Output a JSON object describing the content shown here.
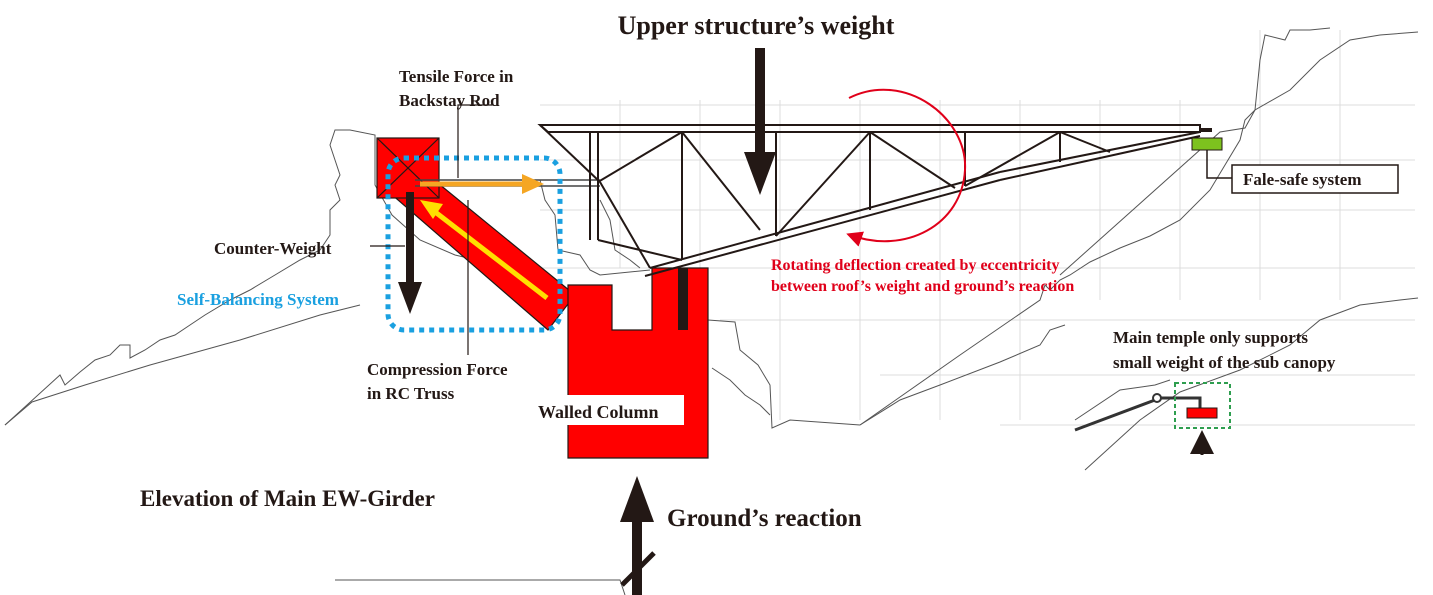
{
  "labels": {
    "upper_weight": "Upper structure’s weight",
    "tensile_line1": "Tensile Force in",
    "tensile_line2": "Backstay Rod",
    "counter_weight": "Counter-Weight",
    "self_balancing": "Self-Balancing System",
    "compression_line1": "Compression Force",
    "compression_line2": "in RC Truss",
    "walled_column": "Walled Column",
    "elevation": "Elevation of Main EW-Girder",
    "ground_reaction": "Ground’s reaction",
    "rotating_line1": "Rotating deflection created by eccentricity",
    "rotating_line2": "between roof’s weight and ground’s reaction",
    "fail_safe": "Fale-safe system",
    "main_temple_line1": "Main temple only supports",
    "main_temple_line2": "small weight of the sub canopy"
  },
  "colors": {
    "red_structure": "#ff0000",
    "annotation_red": "#e0001a",
    "self_balancing_blue": "#1aa0e0",
    "tensile_orange": "#f5a623",
    "compression_yellow": "#ffe000",
    "fail_safe_green": "#7dc21e",
    "dashed_box_green": "#2e9e4f",
    "arrow_dark": "#231815"
  }
}
